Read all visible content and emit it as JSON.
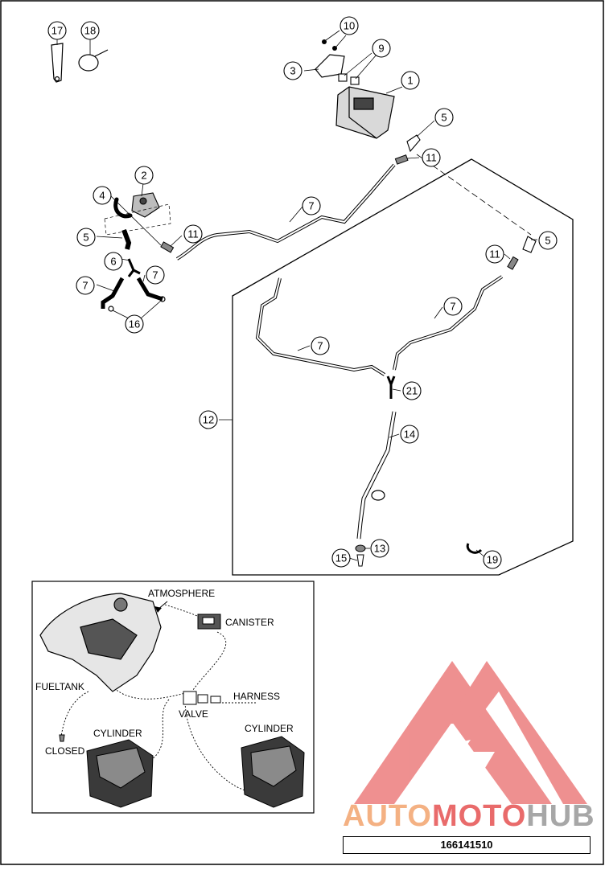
{
  "callouts": [
    {
      "n": "17"
    },
    {
      "n": "18"
    },
    {
      "n": "10"
    },
    {
      "n": "9"
    },
    {
      "n": "3"
    },
    {
      "n": "1"
    },
    {
      "n": "5"
    },
    {
      "n": "11"
    },
    {
      "n": "2"
    },
    {
      "n": "4"
    },
    {
      "n": "7"
    },
    {
      "n": "11"
    },
    {
      "n": "5"
    },
    {
      "n": "6"
    },
    {
      "n": "7"
    },
    {
      "n": "7"
    },
    {
      "n": "16"
    },
    {
      "n": "5"
    },
    {
      "n": "11"
    },
    {
      "n": "7"
    },
    {
      "n": "7"
    },
    {
      "n": "21"
    },
    {
      "n": "12"
    },
    {
      "n": "14"
    },
    {
      "n": "13"
    },
    {
      "n": "15"
    },
    {
      "n": "19"
    }
  ],
  "schematic": {
    "atmosphere": "ATMOSPHERE",
    "canister": "CANISTER",
    "fueltank": "FUELTANK",
    "harness": "HARNESS",
    "valve": "VALVE",
    "closed": "CLOSED",
    "cylinder_left": "CYLINDER",
    "cylinder_right": "CYLINDER"
  },
  "watermark": {
    "part1": "AUTO",
    "part2": "MOTO",
    "part3": "HUB"
  },
  "part_number": "166141510",
  "colors": {
    "watermark_orange": "#f4b183",
    "watermark_red": "#e96b6b",
    "watermark_gray": "#a7a7a7"
  }
}
